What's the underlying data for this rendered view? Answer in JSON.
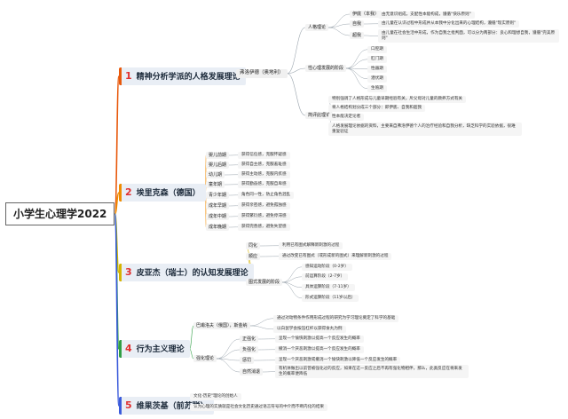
{
  "root": {
    "title": "小学生心理学2022"
  },
  "colors": {
    "s1": "#e8590c",
    "s2": "#f08c00",
    "s3": "#d6b400",
    "s4": "#2f9e44",
    "s5": "#3b5bdb"
  },
  "s1": {
    "num": "1",
    "title": "精神分析学派的人格发展理论",
    "founder": "弗洛伊德（奥地利）",
    "personality": {
      "label": "人格理论",
      "items": [
        {
          "label": "伊底（本我）",
          "desc": "由无意识组成，支配性本能构成，遵循\"快乐原则\""
        },
        {
          "label": "自我",
          "desc": "由儿童在认识过程中形成并从本我中分化出来的心理结构，遵循\"现实原则\""
        },
        {
          "label": "超我",
          "desc": "由儿童在社会生活中形成，作为自我之批判面，可以分为两部分：良心和理想自我，遵循\"完美原则\""
        }
      ]
    },
    "stages": {
      "label": "性心理发展的阶段",
      "items": [
        "口腔期",
        "肛门期",
        "性器期",
        "潜伏期",
        "生殖期"
      ]
    },
    "evaluation": {
      "label": "简评此理论",
      "items": [
        "特别强调了人格形成与儿童早期经验有关，斥父母对儿童的教养方式有关",
        "将人格结构划分成三个部分：即伊底、自我和超我",
        "性本能决定论者",
        "人格发展理论依据的资料，主要来自弗洛伊德个人的治疗经验和自我分析，缺乏科学的实验依据，很难重复验证"
      ]
    }
  },
  "s2": {
    "num": "2",
    "title": "埃里克森（德国）",
    "stages": [
      {
        "label": "婴儿前期",
        "desc": "获得信任感，克服怀疑感"
      },
      {
        "label": "婴儿后期",
        "desc": "获得自主感，克服羞耻感"
      },
      {
        "label": "幼儿期",
        "desc": "获得主动感，克服内疚感"
      },
      {
        "label": "童年期",
        "desc": "获得勤奋感，克服自卑感"
      },
      {
        "label": "青少年期",
        "desc": "角色同一性，防止角色混乱"
      },
      {
        "label": "成年早期",
        "desc": "获得亲密感，避免孤独感"
      },
      {
        "label": "成年中期",
        "desc": "获得繁衍感，避免停滞感"
      },
      {
        "label": "成年晚期",
        "desc": "获得完善感，避免失望感"
      }
    ]
  },
  "s3": {
    "num": "3",
    "title": "皮亚杰（瑞士）的认知发展理论",
    "assimilation": {
      "label": "同化",
      "desc": "利用已有图式解释新刺激的过程"
    },
    "accommodation": {
      "label": "顺应",
      "desc": "通过改变已有图式（或形成新的图式）来理解新刺激的过程"
    },
    "stages": {
      "label": "图式发展的阶段",
      "items": [
        "感知运动阶段（0-2岁）",
        "前运算阶段（2-7岁）",
        "具体运算阶段（7-11岁）",
        "形式运算阶段（11岁以后）"
      ]
    }
  },
  "s4": {
    "num": "4",
    "title": "行为主义理论",
    "pavlov": {
      "label": "巴甫洛夫（俄国），斯金纳",
      "items": [
        "通过对动物条件作用形成过程的研究为学习理论奠定了科学的基础",
        "以白鼠学会按压杠杆以获得食丸为例"
      ]
    },
    "reinforcement": {
      "label": "强化理论",
      "items": [
        {
          "label": "正强化",
          "desc": "呈现一个愉快刺激以提高一个反应发生的概率"
        },
        {
          "label": "负强化",
          "desc": "撤消一个厌恶刺激以提高一个反应发生的概率"
        },
        {
          "label": "惩罚",
          "desc": "呈现一个厌恶刺激或撤消一个愉快刺激以降低一个反应发生的概率"
        },
        {
          "label": "自然消退",
          "desc": "有机体做出以前曾被强化过的反应，如果在这一反应之后不再有强化物相伴，那么，此类反应在将来发生的概率便降低"
        }
      ]
    }
  },
  "s5": {
    "num": "5",
    "title": "维果茨基（前苏联）",
    "items": [
      "文化-历史\"理论的创始人",
      "认为心理的实质就是社会文化历史通过语言符号的中介而不断内化的结果"
    ]
  }
}
